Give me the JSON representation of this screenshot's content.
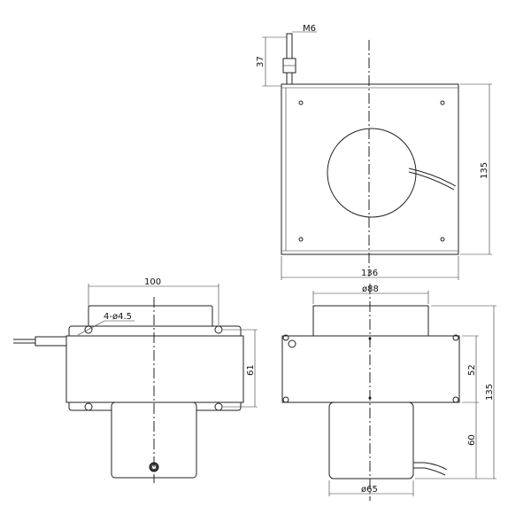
{
  "top_view": {
    "thread_label": "M6",
    "rod_length": "37",
    "height": "135",
    "width": "136"
  },
  "side_view": {
    "mount_width": "100",
    "holes_label": "4-ø4.5",
    "mount_height": "61"
  },
  "front_view": {
    "top_diameter": "ø88",
    "plate_height": "52",
    "total_height": "135",
    "lower_height": "60",
    "bottom_diameter": "ø65"
  }
}
